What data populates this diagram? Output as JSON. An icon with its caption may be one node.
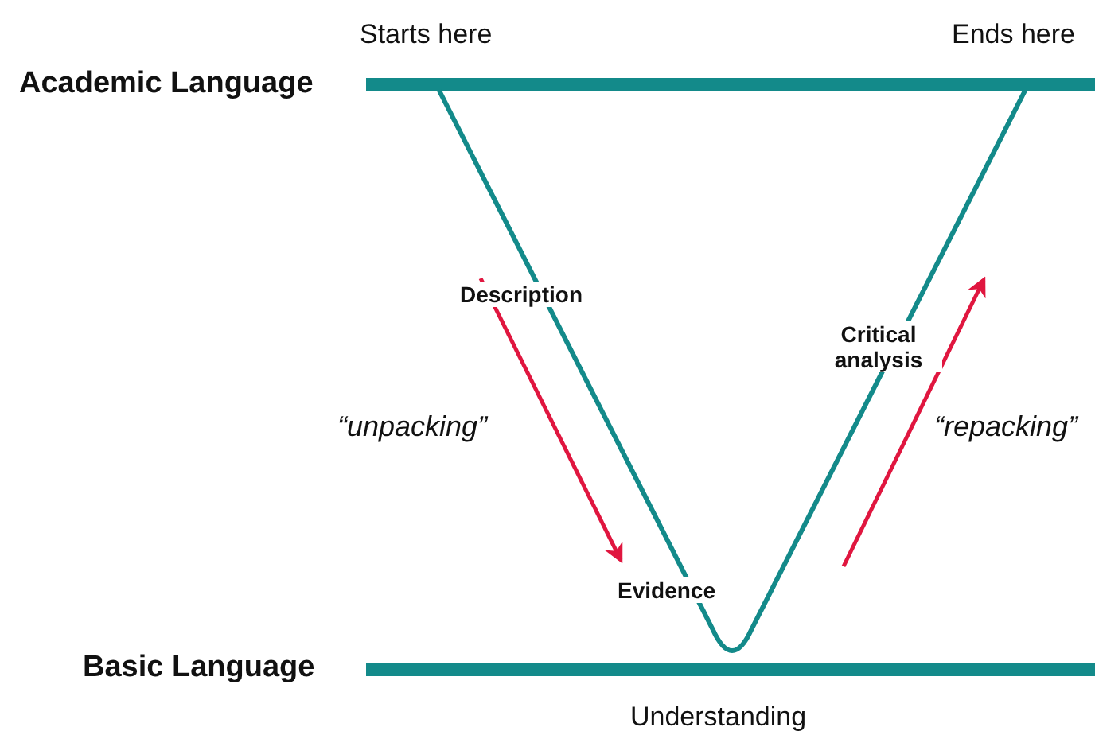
{
  "diagram": {
    "labels": [
      "Starts here",
      "Ends here",
      "Academic Language",
      "Description",
      "Critical analysis",
      "“unpacking”",
      "“repacking”",
      "Evidence",
      "Basic Language",
      "Understanding"
    ]
  }
}
